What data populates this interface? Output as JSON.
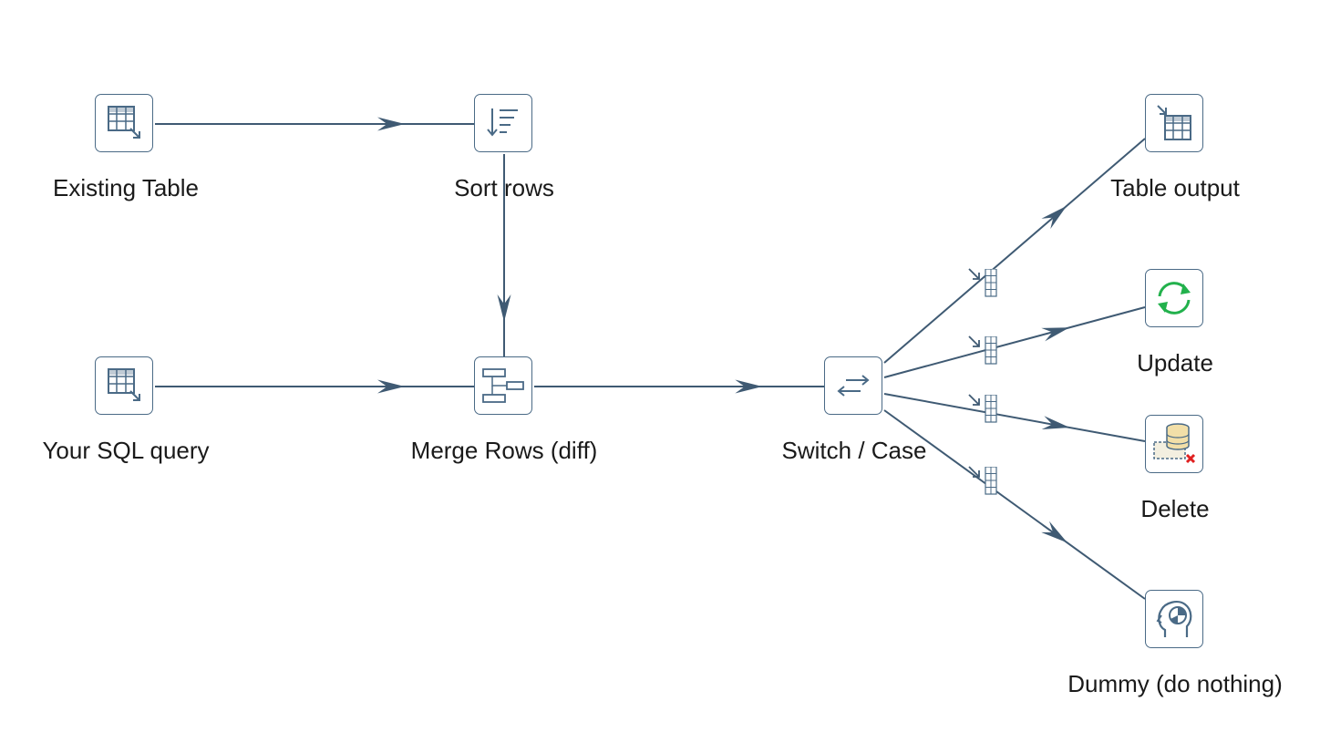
{
  "steps": {
    "existing_table": {
      "label": "Existing Table",
      "icon": "table-input-icon"
    },
    "sort_rows": {
      "label": "Sort rows",
      "icon": "sort-icon"
    },
    "your_sql_query": {
      "label": "Your SQL query",
      "icon": "table-input-icon"
    },
    "merge_rows": {
      "label": "Merge Rows (diff)",
      "icon": "merge-icon"
    },
    "switch_case": {
      "label": "Switch / Case",
      "icon": "switch-icon"
    },
    "table_output": {
      "label": "Table output",
      "icon": "table-output-icon"
    },
    "update": {
      "label": "Update",
      "icon": "update-icon"
    },
    "delete": {
      "label": "Delete",
      "icon": "delete-icon"
    },
    "dummy": {
      "label": "Dummy (do nothing)",
      "icon": "dummy-head-icon"
    }
  },
  "hops": [
    {
      "from": "existing_table",
      "to": "sort_rows"
    },
    {
      "from": "sort_rows",
      "to": "merge_rows"
    },
    {
      "from": "your_sql_query",
      "to": "merge_rows"
    },
    {
      "from": "merge_rows",
      "to": "switch_case"
    },
    {
      "from": "switch_case",
      "to": "table_output",
      "icon": "copy-rows-icon"
    },
    {
      "from": "switch_case",
      "to": "update",
      "icon": "copy-rows-icon"
    },
    {
      "from": "switch_case",
      "to": "delete",
      "icon": "copy-rows-icon"
    },
    {
      "from": "switch_case",
      "to": "dummy",
      "icon": "copy-rows-icon"
    }
  ],
  "colors": {
    "hop": "#3f5a73",
    "border": "#4a6a86",
    "icon": "#4a6a86",
    "update_green": "#22b14c",
    "delete_red": "#e02020"
  }
}
